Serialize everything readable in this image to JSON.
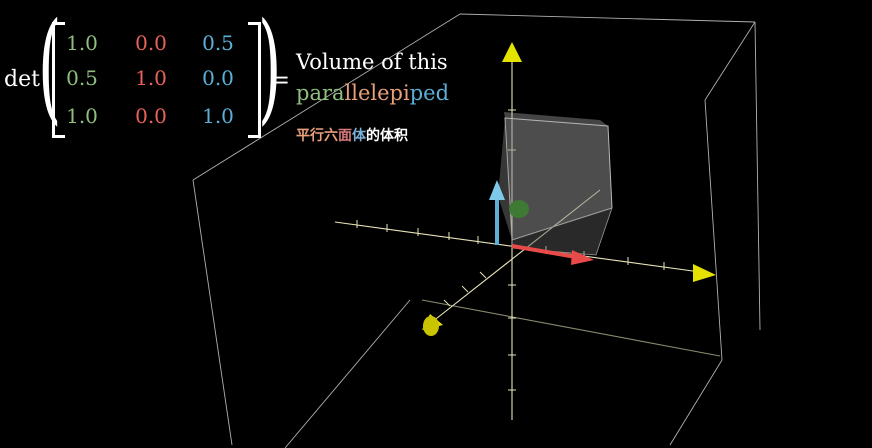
{
  "formula": {
    "det_label": "det",
    "equals": "=",
    "matrix": {
      "rows": [
        [
          "1.0",
          "0.0",
          "0.5"
        ],
        [
          "0.5",
          "1.0",
          "0.0"
        ],
        [
          "1.0",
          "0.0",
          "1.0"
        ]
      ],
      "cell_colors": [
        [
          "#8fbf7f",
          "#e8625a",
          "#5cb0d8"
        ],
        [
          "#8fbf7f",
          "#e8625a",
          "#5cb0d8"
        ],
        [
          "#8fbf7f",
          "#e8625a",
          "#5cb0d8"
        ]
      ]
    },
    "volume_text": "Volume of this",
    "parallelepiped_parts": [
      {
        "text": "para",
        "color": "#8fbf7f"
      },
      {
        "text": "llelepi",
        "color": "#e8a07a"
      },
      {
        "text": "ped",
        "color": "#5cb0d8"
      }
    ],
    "chinese_parts": [
      {
        "text": "平行",
        "color": "#e8a07a"
      },
      {
        "text": "六",
        "color": "#e8a07a"
      },
      {
        "text": "面",
        "color": "#d87a7a"
      },
      {
        "text": "体",
        "color": "#7ab0d8"
      },
      {
        "text": "的体积",
        "color": "#ffffff"
      }
    ]
  },
  "scene": {
    "axis_color": "#e8e4b8",
    "arrow_tip_color": "#e6e200",
    "x_vector_color": "#e84a4a",
    "z_vector_color": "#5cb0d8",
    "y_vector_color": "#4a8a3a",
    "cube_color": "#9a9a9a"
  }
}
